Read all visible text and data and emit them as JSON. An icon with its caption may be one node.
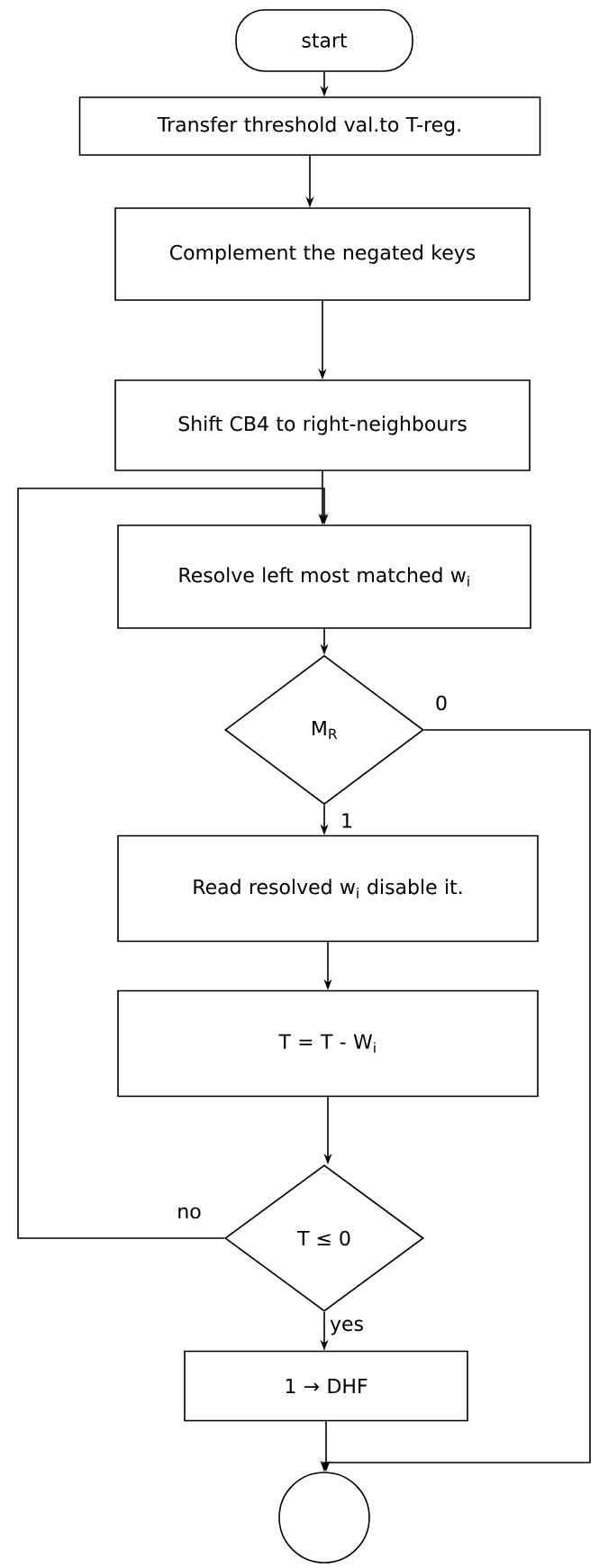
{
  "diagram": {
    "nodes": [
      {
        "text": [
          "start"
        ]
      },
      {
        "text": [
          "Transfer threshold val.to T-reg."
        ]
      },
      {
        "text": [
          "Complement the negated keys"
        ]
      },
      {
        "text": [
          "Shift CB4 to right-neighbours"
        ]
      },
      {
        "text": [
          "Resolve left most matched w$_{i}$"
        ]
      },
      {
        "text": [
          "M$_{R}$"
        ]
      },
      {
        "text": [
          "Read resolved w$_{i}$ disable it."
        ]
      },
      {
        "text": [
          "T = T - W$_{i}$"
        ]
      },
      {
        "text": [
          "T ≤ 0"
        ]
      },
      {
        "text": [
          "1 → DHF"
        ]
      },
      {
        "text": [],
        "shape": "circle"
      }
    ],
    "edges": [
      {
        "from": 0,
        "to": 1,
        "arrow": "to"
      },
      {
        "from": 1,
        "to": 2,
        "arrow": "to"
      },
      {
        "from": 2,
        "to": 3,
        "arrow": "to"
      },
      {
        "from": 3,
        "to": 4,
        "arrow": "to"
      },
      {
        "from": 4,
        "to": 5,
        "arrow": "to"
      },
      {
        "from": 5,
        "to": 6,
        "arrow": "to",
        "label": "1"
      },
      {
        "from": 6,
        "to": 7,
        "arrow": "to"
      },
      {
        "from": 7,
        "to": 8,
        "arrow": "to"
      },
      {
        "from": 8,
        "to": 4,
        "arrow": "to",
        "label": "no"
      },
      {
        "from": 8,
        "to": 9,
        "arrow": "to",
        "label": "yes"
      },
      {
        "from": 9,
        "to": 10,
        "arrow": "to"
      },
      {
        "from": 5,
        "to": 10,
        "arrow": "to",
        "label": "0"
      }
    ]
  }
}
